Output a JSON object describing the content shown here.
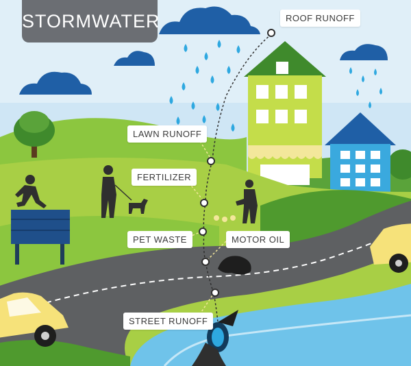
{
  "title": "STORMWATER",
  "labels": {
    "roof_runoff": "ROOF RUNOFF",
    "lawn_runoff": "LAWN RUNOFF",
    "fertilizer": "FERTILIZER",
    "pet_waste": "PET WASTE",
    "motor_oil": "MOTOR OIL",
    "street_runoff": "STREET RUNOFF"
  },
  "colors": {
    "sky": "#cfe6f5",
    "cloud": "#1f5fa6",
    "rain": "#2ea8e0",
    "grass_light": "#a8cf45",
    "grass_dark": "#4f9a2e",
    "road": "#5e6062",
    "stream": "#6fc3ea",
    "house_green": "#c4dd4a",
    "house_blue": "#3aa9de",
    "title_box": "#6b6e73",
    "car": "#f6e27a"
  }
}
